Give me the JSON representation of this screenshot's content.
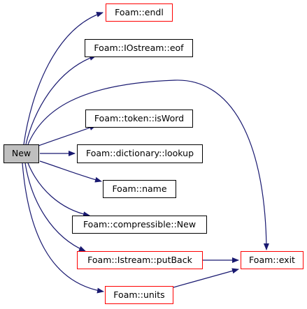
{
  "graph": {
    "edge_color": "#191970",
    "missing_border_color": "#ff0000",
    "root_fill_color": "#bfbfbf",
    "nodes": {
      "root": "New",
      "endl": "Foam::endl",
      "eof": "Foam::IOstream::eof",
      "isword": "Foam::token::isWord",
      "lookup": "Foam::dictionary::lookup",
      "name": "Foam::name",
      "compnew": "Foam::compressible::New",
      "putback": "Foam::Istream::putBack",
      "units": "Foam::units",
      "exit": "Foam::exit"
    },
    "edges": [
      [
        "root",
        "endl"
      ],
      [
        "root",
        "eof"
      ],
      [
        "root",
        "exit"
      ],
      [
        "root",
        "isword"
      ],
      [
        "root",
        "lookup"
      ],
      [
        "root",
        "name"
      ],
      [
        "root",
        "compnew"
      ],
      [
        "root",
        "putback"
      ],
      [
        "root",
        "units"
      ],
      [
        "putback",
        "exit"
      ],
      [
        "units",
        "exit"
      ]
    ]
  }
}
